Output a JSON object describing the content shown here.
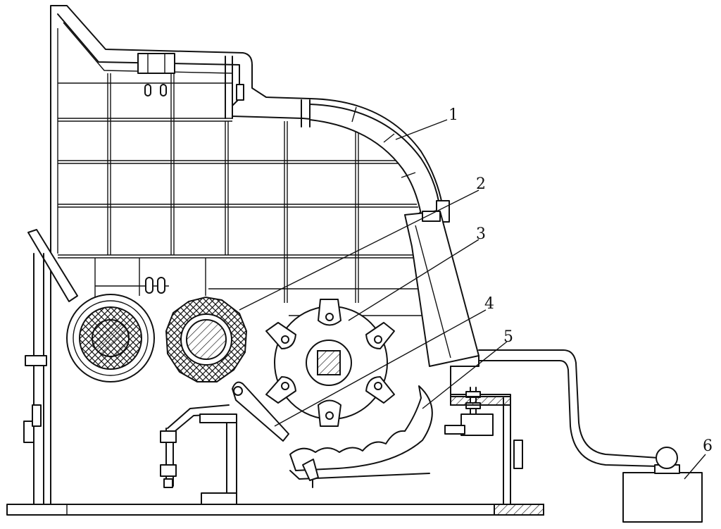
{
  "diagram": {
    "callouts": [
      {
        "id": "1",
        "label": "1"
      },
      {
        "id": "2",
        "label": "2"
      },
      {
        "id": "3",
        "label": "3"
      },
      {
        "id": "4",
        "label": "4"
      },
      {
        "id": "5",
        "label": "5"
      },
      {
        "id": "6",
        "label": "6"
      }
    ]
  },
  "colors": {
    "line": "#111111",
    "background": "#ffffff"
  }
}
